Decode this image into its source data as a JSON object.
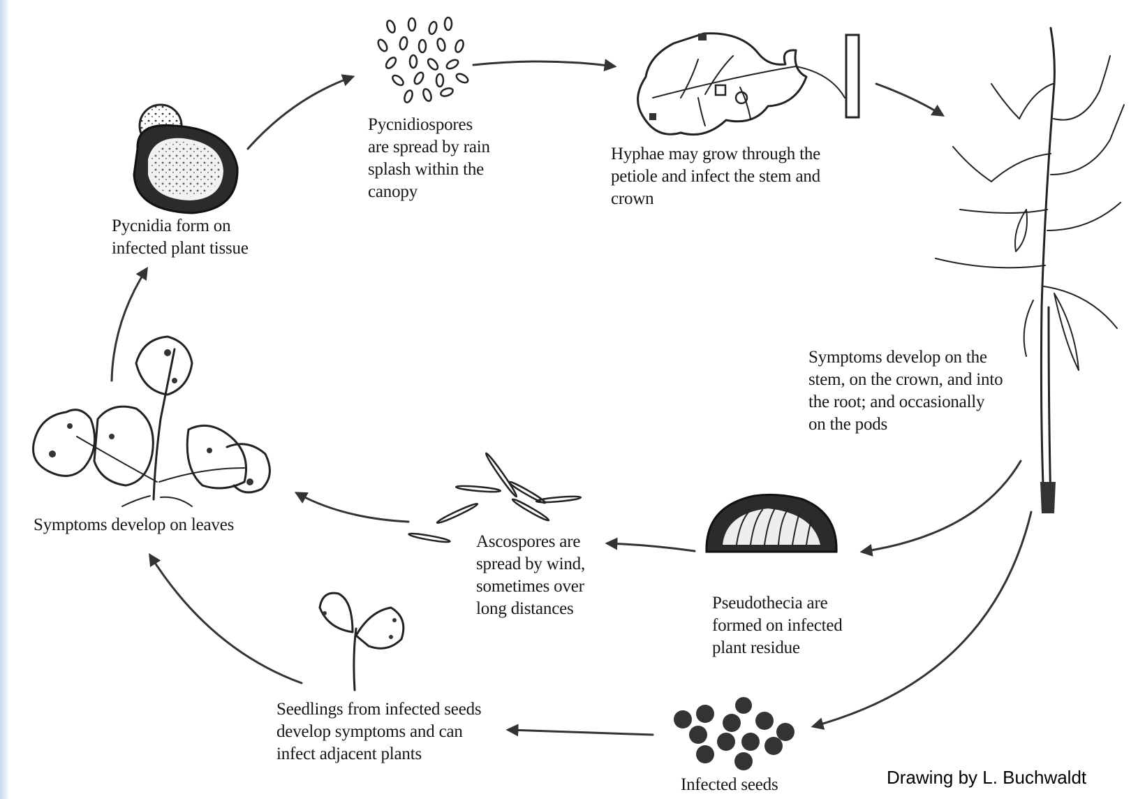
{
  "stages": {
    "pycnidia": "Pycnidia form on\ninfected plant tissue",
    "pycnidiospores": "Pycnidiospores\nare spread by rain\nsplash within the\ncanopy",
    "hyphae": "Hyphae may grow through the\npetiole and infect the stem and\ncrown",
    "stem_symptoms": "Symptoms develop on the\nstem, on the crown, and into\nthe root; and occasionally\non the pods",
    "pseudothecia": "Pseudothecia are\nformed on infected\nplant residue",
    "ascospores": "Ascospores are\nspread by wind,\nsometimes over\nlong distances",
    "leaf_symptoms": "Symptoms develop on leaves",
    "seedlings": "Seedlings from infected seeds\ndevelop symptoms and can\ninfect adjacent plants",
    "infected_seeds": "Infected seeds"
  },
  "credit": "Drawing by L. Buchwaldt",
  "colors": {
    "ink": "#222222",
    "arrow": "#333333",
    "background": "#ffffff",
    "edge_tint": "#c9d9ee"
  }
}
